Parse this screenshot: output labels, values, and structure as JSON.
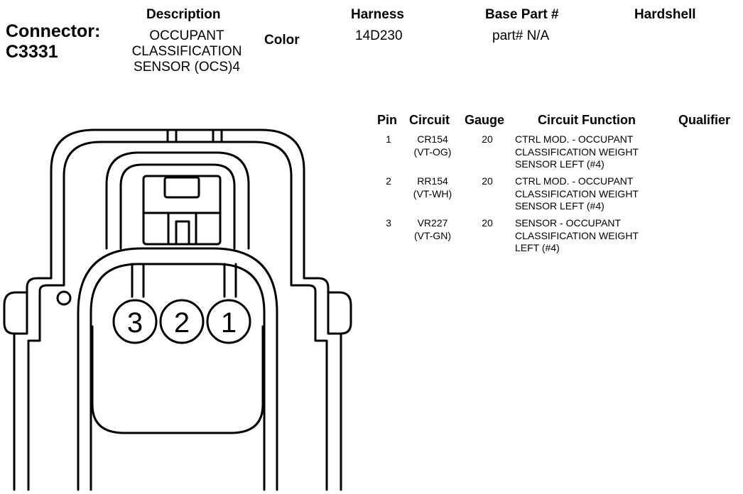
{
  "header": {
    "connector_label": "Connector:",
    "connector_id": "C3331",
    "description_heading": "Description",
    "description_lines": [
      "OCCUPANT",
      "CLASSIFICATION",
      "SENSOR (OCS)4"
    ],
    "color_heading": "Color",
    "harness_heading": "Harness",
    "harness_value": "14D230",
    "base_part_heading": "Base Part #",
    "base_part_value": "part# N/A",
    "hardshell_heading": "Hardshell"
  },
  "table": {
    "columns": [
      "Pin",
      "Circuit",
      "Gauge",
      "Circuit Function",
      "Qualifier"
    ],
    "rows": [
      {
        "pin": "1",
        "circuit": [
          "CR154",
          "(VT-OG)"
        ],
        "gauge": "20",
        "function": [
          "CTRL MOD. - OCCUPANT",
          "CLASSIFICATION WEIGHT",
          "SENSOR LEFT (#4)"
        ]
      },
      {
        "pin": "2",
        "circuit": [
          "RR154",
          "(VT-WH)"
        ],
        "gauge": "20",
        "function": [
          "CTRL MOD. - OCCUPANT",
          "CLASSIFICATION WEIGHT",
          "SENSOR LEFT (#4)"
        ]
      },
      {
        "pin": "3",
        "circuit": [
          "VR227",
          "(VT-GN)"
        ],
        "gauge": "20",
        "function": [
          "SENSOR - OCCUPANT",
          "CLASSIFICATION WEIGHT",
          "LEFT (#4)"
        ]
      }
    ]
  },
  "connector_pins": [
    "3",
    "2",
    "1"
  ]
}
